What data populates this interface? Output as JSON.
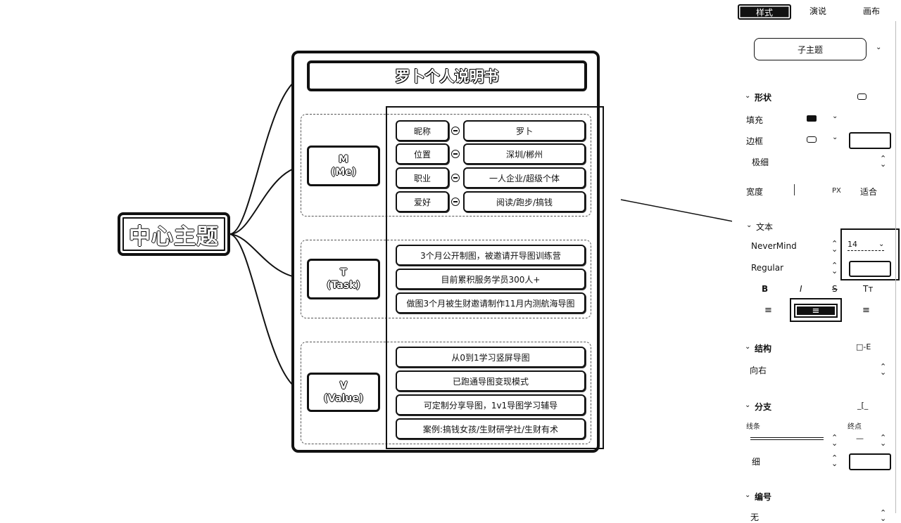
{
  "mindmap": {
    "central": "中心主题",
    "title": "罗卜个人说明书",
    "sections": [
      {
        "label": "M",
        "sub": "(Me)",
        "leaves": [
          {
            "key": "昵称",
            "value": "罗卜"
          },
          {
            "key": "位置",
            "value": "深圳/郴州"
          },
          {
            "key": "职业",
            "value": "一人企业/超级个体"
          },
          {
            "key": "爱好",
            "value": "阅读/跑步/搞钱"
          }
        ]
      },
      {
        "label": "T",
        "sub": "(Task)",
        "leaves": [
          "3个月公开制图，被邀请开导图训练营",
          "目前累积服务学员300人+",
          "做图3个月被生财邀请制作11月内测航海导图"
        ]
      },
      {
        "label": "V",
        "sub": "(Value)",
        "leaves": [
          "从0到1学习竖屏导图",
          "已跑通导图变现模式",
          "可定制分享导图，1v1导图学习辅导",
          "案例:搞钱女孩/生财研学社/生财有术"
        ]
      }
    ]
  },
  "panel": {
    "tabs": [
      "样式",
      "演说",
      "画布"
    ],
    "active_tab": "样式",
    "topic_type": "子主题",
    "shape": {
      "header": "形状",
      "fill_label": "填充",
      "border_label": "边框",
      "border_weight": "极细",
      "width_label": "宽度",
      "width_unit": "PX",
      "width_mode": "适合"
    },
    "text": {
      "header": "文本",
      "font": "NeverMind",
      "weight": "Regular",
      "size": "14",
      "bold": "B",
      "italic": "I",
      "strike": "S",
      "case": "Tт"
    },
    "structure": {
      "header": "结构",
      "value": "向右"
    },
    "branch": {
      "header": "分支",
      "line_label": "线条",
      "end_label": "终点",
      "thickness": "细"
    },
    "numbering": {
      "header": "编号",
      "value": "无"
    }
  },
  "colors": {
    "ink": "#111111",
    "background": "#ffffff"
  }
}
